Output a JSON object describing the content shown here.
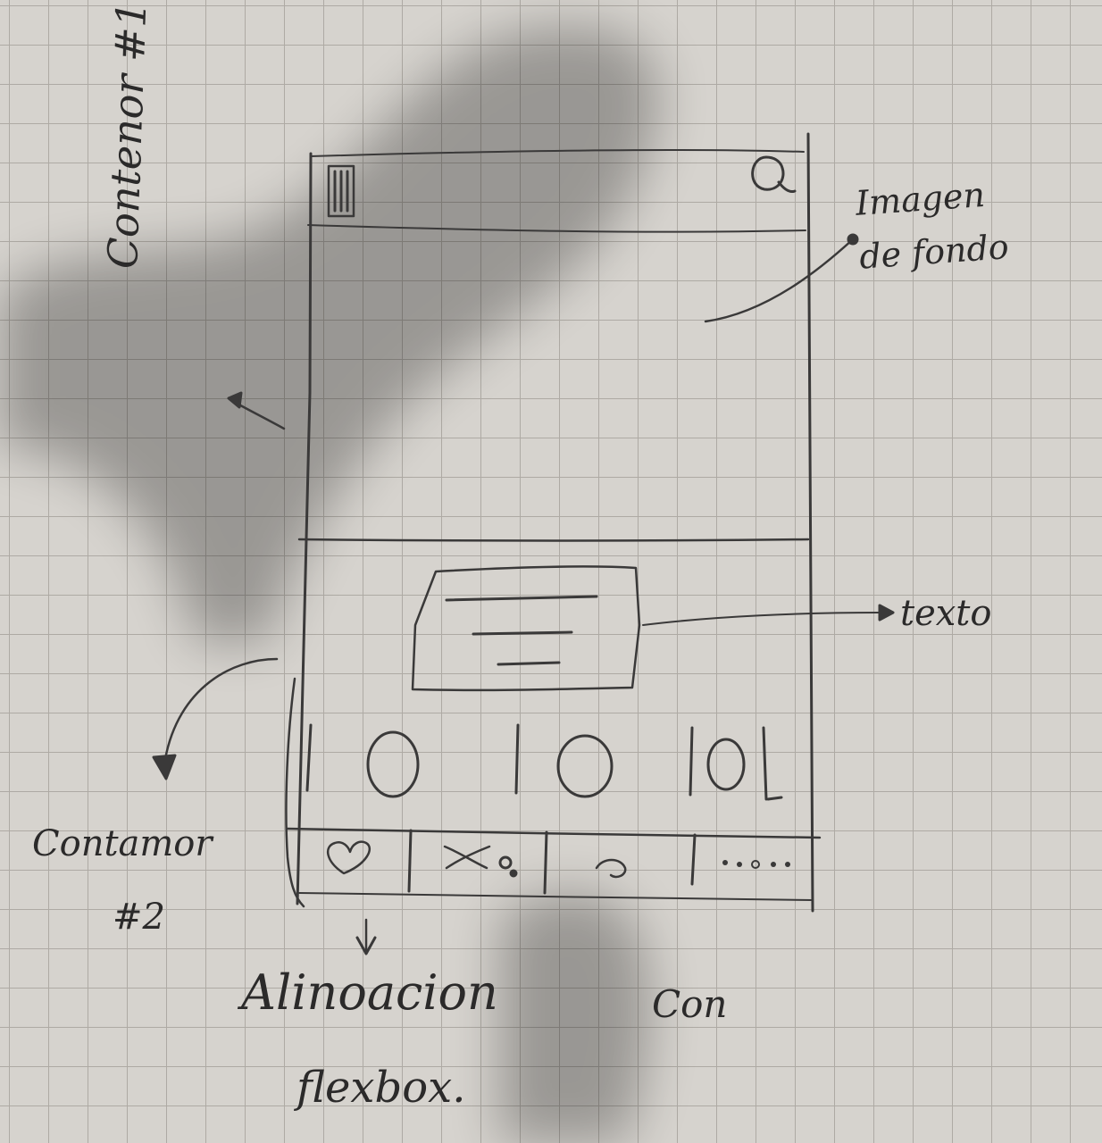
{
  "annotations": {
    "contenedor_1": "Contenor #1",
    "imagen_fondo_line1": "Imagen",
    "imagen_fondo_line2": "de fondo",
    "texto": "texto",
    "contenedor_2_line1": "Contamor",
    "contenedor_2_line2": "#2",
    "alineacion": "Alinoacion",
    "con": "Con",
    "flexbox": "flexbox."
  },
  "mockup": {
    "menu_icon": "hamburger-menu-icon",
    "search_icon": "search-icon",
    "circle_icons": [
      "circle-icon",
      "circle-icon",
      "circle-icon"
    ],
    "bottom_bar_icons": [
      "heart-icon",
      "share-icon",
      "refresh-icon",
      "more-dots-icon"
    ]
  },
  "colors": {
    "paper": "#d6d3ce",
    "grid": "#aeaaa4",
    "pencil": "#3a3939",
    "ink": "#2b2a2a"
  }
}
